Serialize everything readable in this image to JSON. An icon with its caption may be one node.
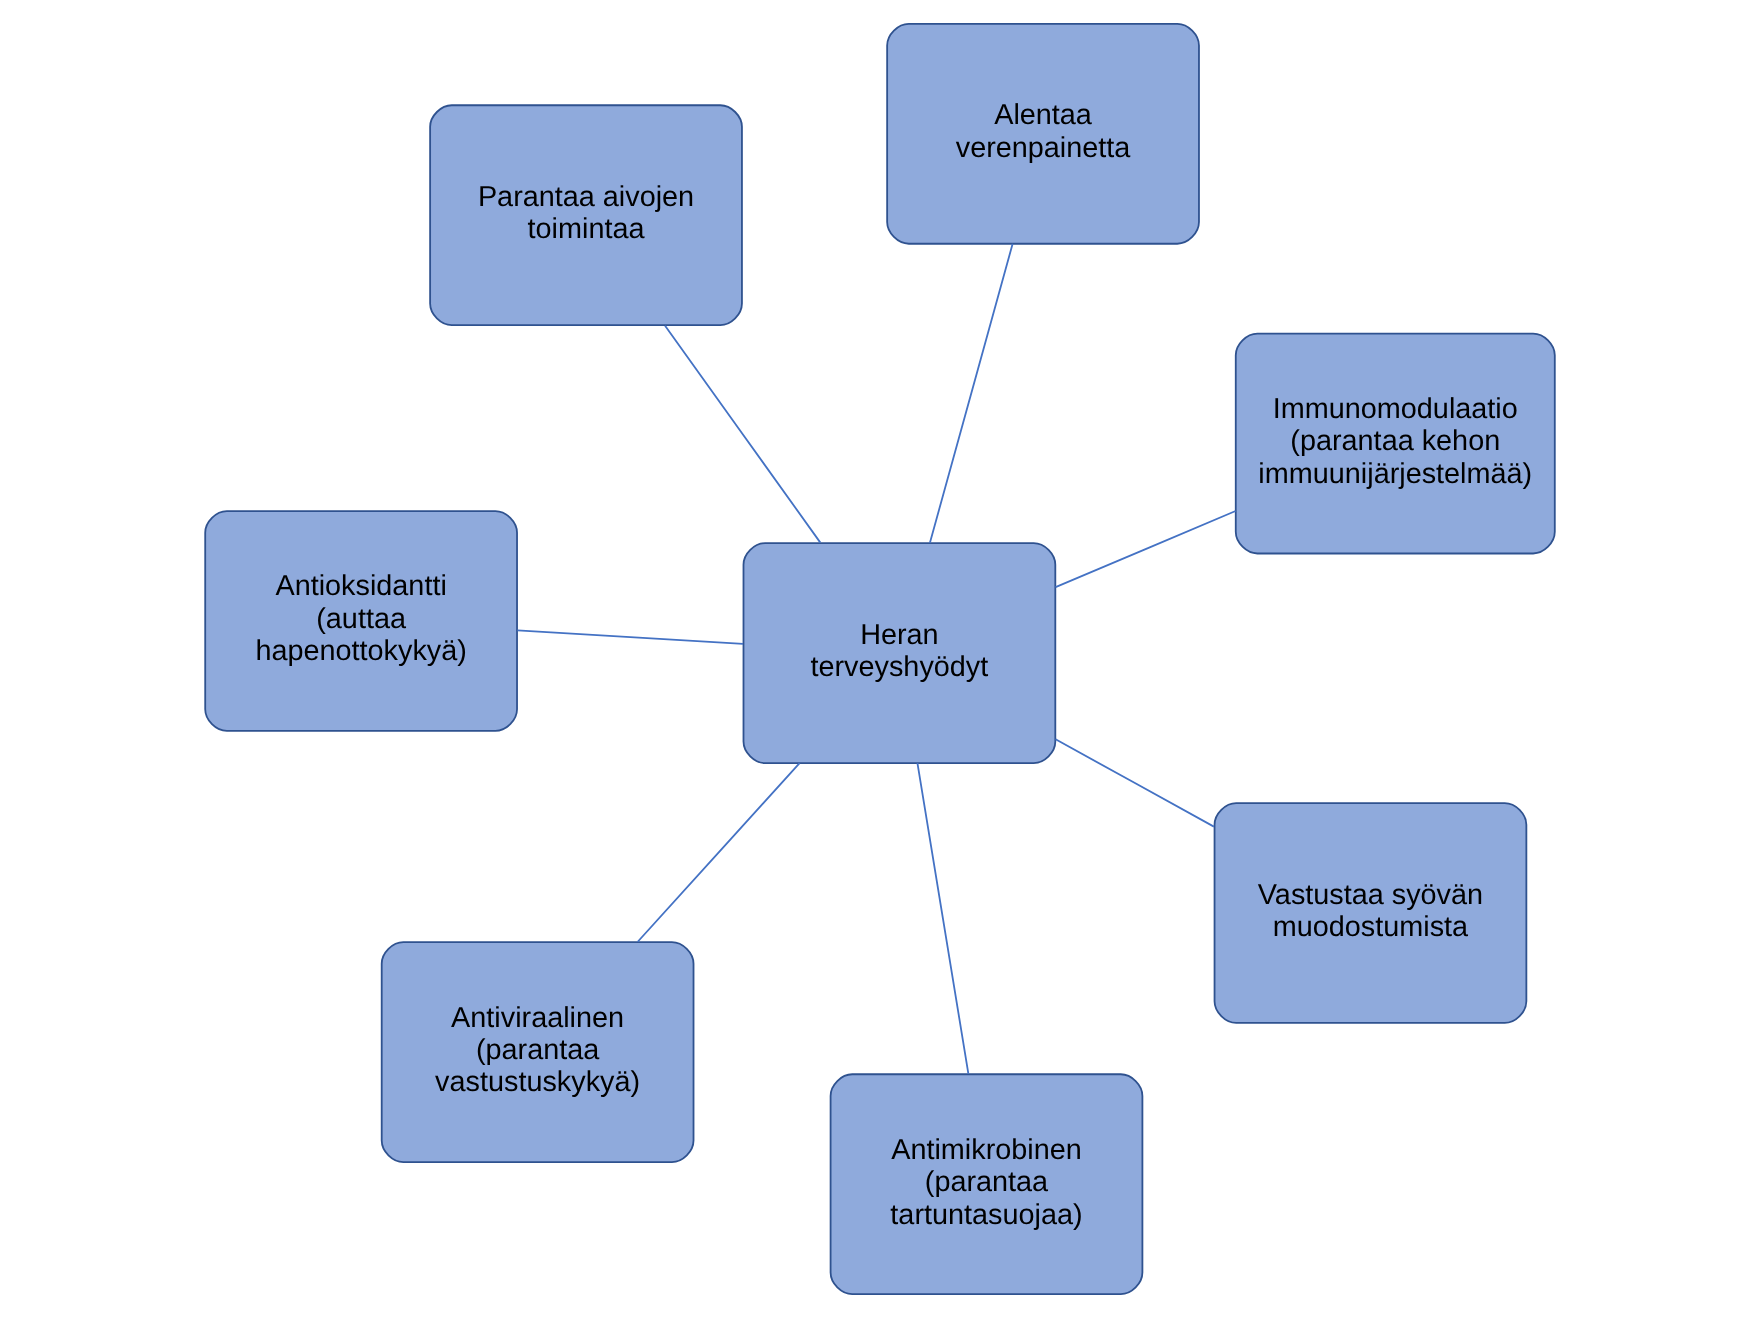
{
  "diagram": {
    "nodes": [
      {
        "text": [
          "Antioksidantti (auttaa hapenottokykyä)"
        ]
      },
      {
        "text": [
          "Immunomodulaatio (parantaa kehon immuunijärjestelmää)"
        ]
      },
      {
        "text": [
          "Antimikrobinen (parantaa tartuntasuojaa)"
        ]
      },
      {
        "text": [
          "Alentaa verenpainetta"
        ]
      },
      {
        "text": [
          "Heran terveyshyödyt"
        ]
      },
      {
        "text": [
          "Parantaa aivojen toimintaa"
        ]
      },
      {
        "text": [
          "Antiviraalinen (parantaa vastustuskykyä)"
        ]
      },
      {
        "text": [
          "Vastustaa syövän muodostumista"
        ]
      }
    ],
    "edges": [
      {
        "from": 4,
        "to": 0,
        "arrow": "none"
      },
      {
        "from": 4,
        "to": 1,
        "arrow": "none"
      },
      {
        "from": 4,
        "to": 2,
        "arrow": "none"
      },
      {
        "from": 4,
        "to": 3,
        "arrow": "none"
      },
      {
        "from": 4,
        "to": 5,
        "arrow": "none"
      },
      {
        "from": 4,
        "to": 6,
        "arrow": "none"
      },
      {
        "from": 4,
        "to": 7,
        "arrow": "none"
      }
    ]
  }
}
